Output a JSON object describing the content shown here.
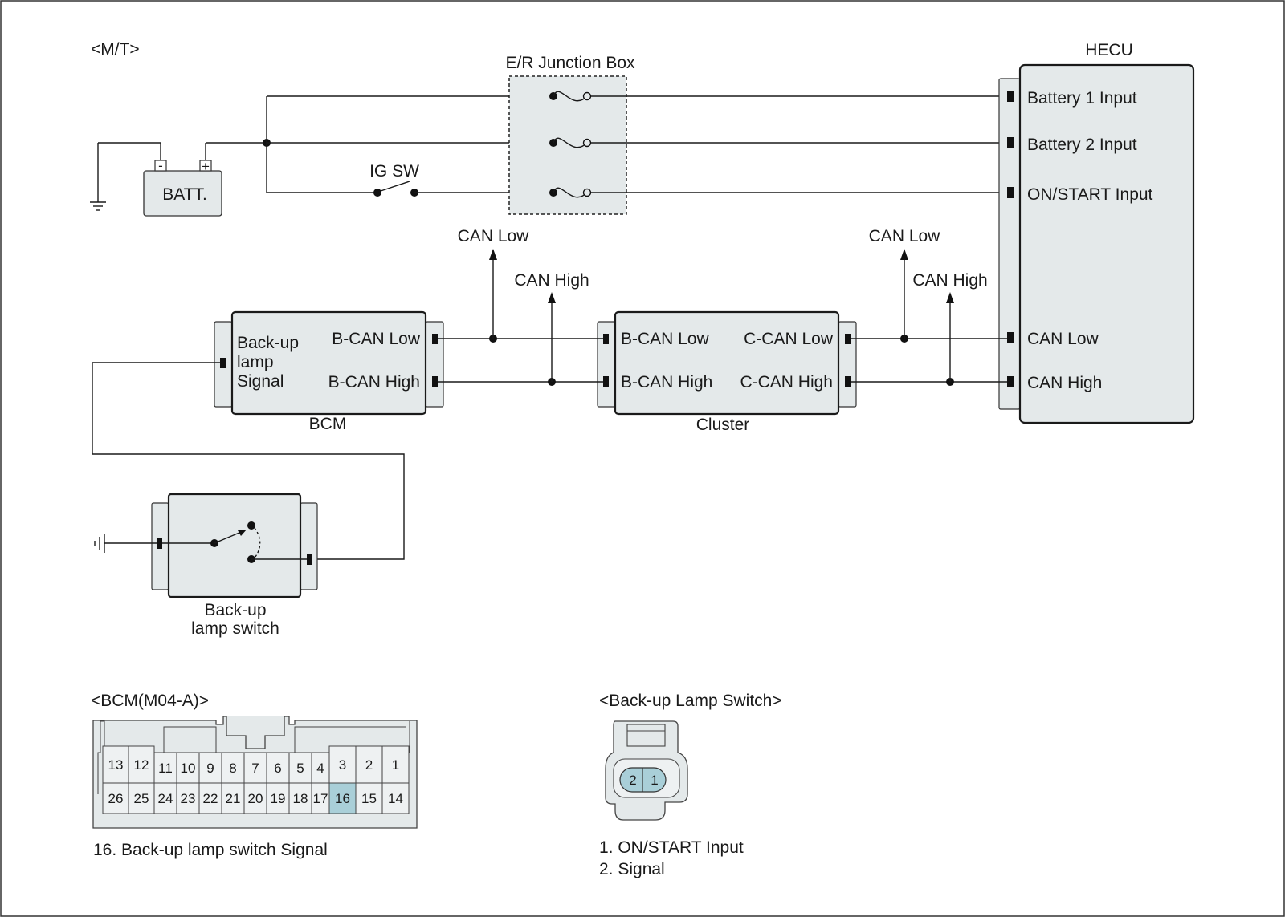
{
  "header": {
    "variant": "<M/T>"
  },
  "modules": {
    "junction_box": "E/R Junction Box",
    "hecu": "HECU",
    "batt": "BATT.",
    "ig_sw": "IG SW",
    "bcm": "BCM",
    "cluster": "Cluster",
    "switch_line1": "Back-up",
    "switch_line2": "lamp switch"
  },
  "hecu_pins": {
    "battery1": "Battery 1 Input",
    "battery2": "Battery 2 Input",
    "onstart": "ON/START Input",
    "can_low": "CAN Low",
    "can_high": "CAN High"
  },
  "bcm_pins": {
    "signal_l1": "Back-up",
    "signal_l2": "lamp",
    "signal_l3": "Signal",
    "bcan_low": "B-CAN Low",
    "bcan_high": "B-CAN High"
  },
  "cluster_pins": {
    "bcan_low": "B-CAN Low",
    "bcan_high": "B-CAN High",
    "ccan_low": "C-CAN Low",
    "ccan_high": "C-CAN High"
  },
  "bus_labels": {
    "can_low_1": "CAN Low",
    "can_high_1": "CAN High",
    "can_low_2": "CAN Low",
    "can_high_2": "CAN High"
  },
  "polarity": {
    "minus": "-",
    "plus": "+"
  },
  "bcm_connector": {
    "title": "<BCM(M04-A)>",
    "top_row": [
      "13",
      "12",
      "11",
      "10",
      "9",
      "8",
      "7",
      "6",
      "5",
      "4",
      "3",
      "2",
      "1"
    ],
    "bottom_row": [
      "26",
      "25",
      "24",
      "23",
      "22",
      "21",
      "20",
      "19",
      "18",
      "17",
      "16",
      "15",
      "14"
    ],
    "highlighted_pin": "16",
    "legend": "16. Back-up lamp switch Signal"
  },
  "switch_connector": {
    "title": "<Back-up Lamp Switch>",
    "pins": [
      "2",
      "1"
    ],
    "legend": [
      "1. ON/START Input",
      "2. Signal"
    ]
  }
}
